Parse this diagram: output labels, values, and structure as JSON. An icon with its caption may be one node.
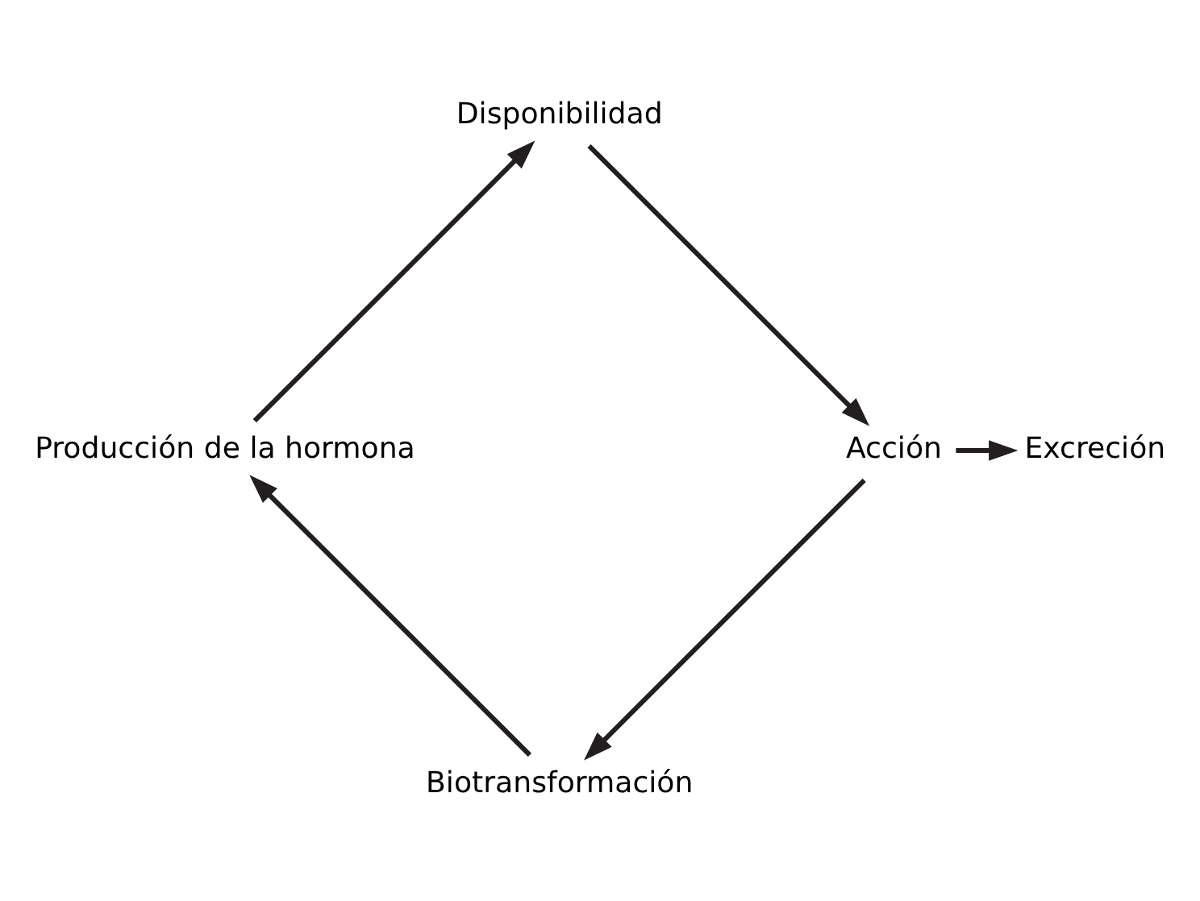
{
  "diagram": {
    "nodes": [
      {
        "text": [
          "Producción de la hormona"
        ]
      },
      {
        "text": [
          "Disponibilidad"
        ]
      },
      {
        "text": [
          "Acción"
        ]
      },
      {
        "text": [
          "Biotransformación"
        ]
      },
      {
        "text": [
          "Excreción"
        ]
      }
    ],
    "edges": [
      {
        "from": 0,
        "to": 1,
        "arrow": "to"
      },
      {
        "from": 1,
        "to": 2,
        "arrow": "to"
      },
      {
        "from": 2,
        "to": 3,
        "arrow": "to"
      },
      {
        "from": 2,
        "to": 4,
        "arrow": "to"
      },
      {
        "from": 3,
        "to": 0,
        "arrow": "to"
      }
    ]
  }
}
